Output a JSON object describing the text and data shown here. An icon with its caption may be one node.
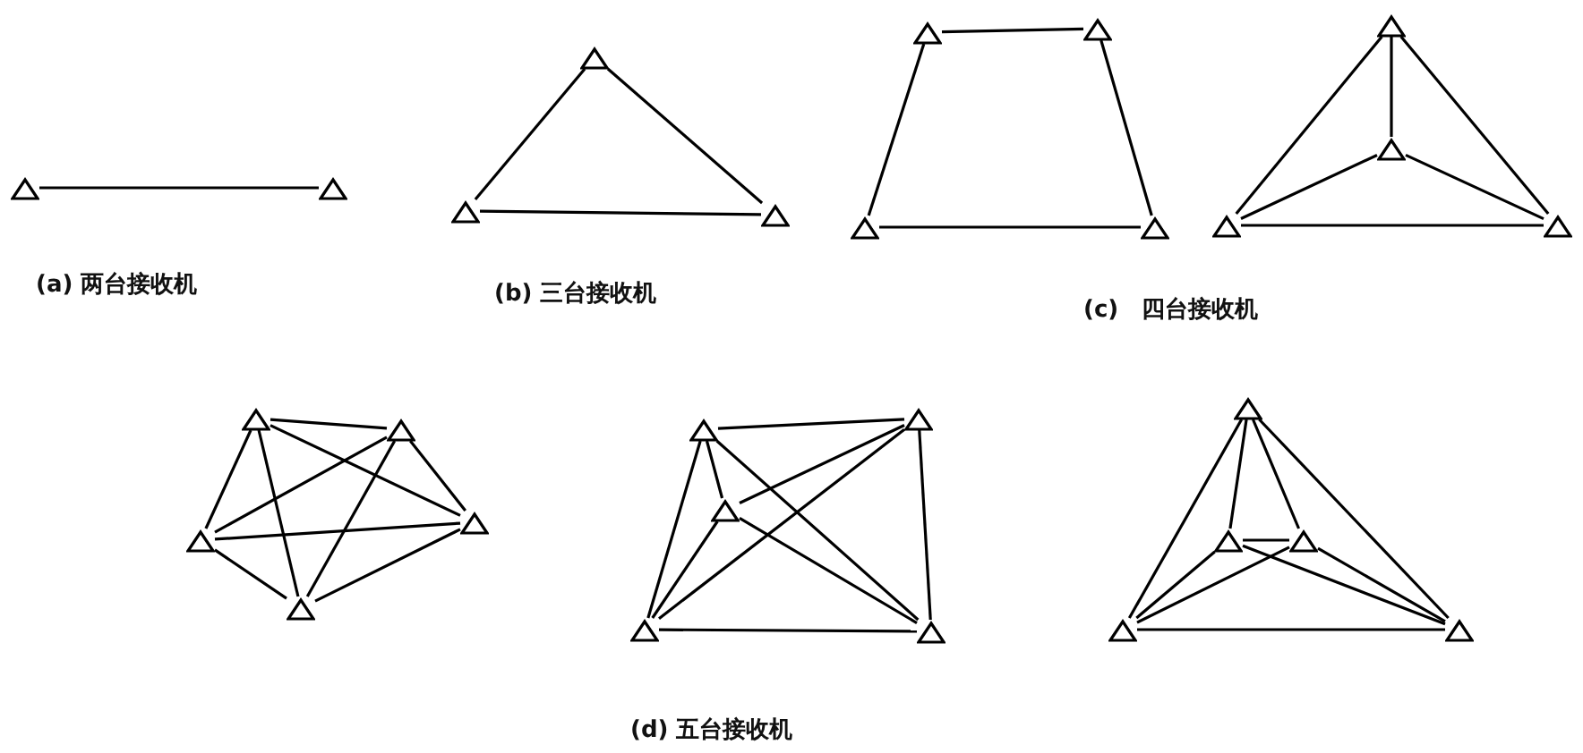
{
  "diagram": {
    "nodes": [
      {
        "text": [],
        "shape": "triangle"
      },
      {
        "text": [],
        "shape": "triangle"
      },
      {
        "text": [],
        "shape": "triangle"
      },
      {
        "text": [],
        "shape": "triangle"
      },
      {
        "text": [],
        "shape": "triangle"
      },
      {
        "text": [],
        "shape": "triangle"
      },
      {
        "text": [],
        "shape": "triangle"
      },
      {
        "text": [],
        "shape": "triangle"
      },
      {
        "text": [],
        "shape": "triangle"
      },
      {
        "text": [],
        "shape": "triangle"
      },
      {
        "text": [],
        "shape": "triangle"
      },
      {
        "text": [],
        "shape": "triangle"
      },
      {
        "text": [],
        "shape": "triangle"
      },
      {
        "text": [],
        "shape": "triangle"
      },
      {
        "text": [],
        "shape": "triangle"
      },
      {
        "text": [],
        "shape": "triangle"
      },
      {
        "text": [],
        "shape": "triangle"
      },
      {
        "text": [],
        "shape": "triangle"
      },
      {
        "text": [],
        "shape": "triangle"
      },
      {
        "text": [],
        "shape": "triangle"
      },
      {
        "text": [],
        "shape": "triangle"
      },
      {
        "text": [],
        "shape": "triangle"
      },
      {
        "text": [],
        "shape": "triangle"
      },
      {
        "text": [],
        "shape": "triangle"
      },
      {
        "text": [],
        "shape": "triangle"
      },
      {
        "text": [],
        "shape": "triangle"
      },
      {
        "text": [],
        "shape": "triangle"
      },
      {
        "text": [],
        "shape": "triangle"
      }
    ],
    "edges": [
      {
        "from": 0,
        "to": 1,
        "arrow": "none"
      },
      {
        "from": 2,
        "to": 3,
        "arrow": "none"
      },
      {
        "from": 2,
        "to": 4,
        "arrow": "none"
      },
      {
        "from": 3,
        "to": 4,
        "arrow": "none"
      },
      {
        "from": 5,
        "to": 6,
        "arrow": "none"
      },
      {
        "from": 5,
        "to": 7,
        "arrow": "none"
      },
      {
        "from": 6,
        "to": 8,
        "arrow": "none"
      },
      {
        "from": 7,
        "to": 8,
        "arrow": "none"
      },
      {
        "from": 9,
        "to": 10,
        "arrow": "none"
      },
      {
        "from": 9,
        "to": 11,
        "arrow": "none"
      },
      {
        "from": 9,
        "to": 12,
        "arrow": "none"
      },
      {
        "from": 10,
        "to": 11,
        "arrow": "none"
      },
      {
        "from": 10,
        "to": 12,
        "arrow": "none"
      },
      {
        "from": 11,
        "to": 12,
        "arrow": "none"
      },
      {
        "from": 13,
        "to": 14,
        "arrow": "none"
      },
      {
        "from": 13,
        "to": 15,
        "arrow": "none"
      },
      {
        "from": 13,
        "to": 16,
        "arrow": "none"
      },
      {
        "from": 13,
        "to": 17,
        "arrow": "none"
      },
      {
        "from": 14,
        "to": 15,
        "arrow": "none"
      },
      {
        "from": 14,
        "to": 16,
        "arrow": "none"
      },
      {
        "from": 14,
        "to": 17,
        "arrow": "none"
      },
      {
        "from": 15,
        "to": 16,
        "arrow": "none"
      },
      {
        "from": 15,
        "to": 17,
        "arrow": "none"
      },
      {
        "from": 16,
        "to": 17,
        "arrow": "none"
      },
      {
        "from": 18,
        "to": 19,
        "arrow": "none"
      },
      {
        "from": 18,
        "to": 20,
        "arrow": "none"
      },
      {
        "from": 18,
        "to": 21,
        "arrow": "none"
      },
      {
        "from": 18,
        "to": 22,
        "arrow": "none"
      },
      {
        "from": 19,
        "to": 20,
        "arrow": "none"
      },
      {
        "from": 19,
        "to": 21,
        "arrow": "none"
      },
      {
        "from": 19,
        "to": 22,
        "arrow": "none"
      },
      {
        "from": 20,
        "to": 21,
        "arrow": "none"
      },
      {
        "from": 20,
        "to": 22,
        "arrow": "none"
      },
      {
        "from": 21,
        "to": 22,
        "arrow": "none"
      },
      {
        "from": 23,
        "to": 24,
        "arrow": "none"
      },
      {
        "from": 23,
        "to": 25,
        "arrow": "none"
      },
      {
        "from": 23,
        "to": 26,
        "arrow": "none"
      },
      {
        "from": 23,
        "to": 27,
        "arrow": "none"
      },
      {
        "from": 24,
        "to": 25,
        "arrow": "none"
      },
      {
        "from": 24,
        "to": 26,
        "arrow": "none"
      },
      {
        "from": 24,
        "to": 27,
        "arrow": "none"
      },
      {
        "from": 25,
        "to": 26,
        "arrow": "none"
      },
      {
        "from": 25,
        "to": 27,
        "arrow": "none"
      },
      {
        "from": 26,
        "to": 27,
        "arrow": "none"
      }
    ],
    "labels": [
      "(a) 两台接收机",
      "(b) 三台接收机",
      "(c)　四台接收机",
      "(d) 五台接收机"
    ]
  }
}
